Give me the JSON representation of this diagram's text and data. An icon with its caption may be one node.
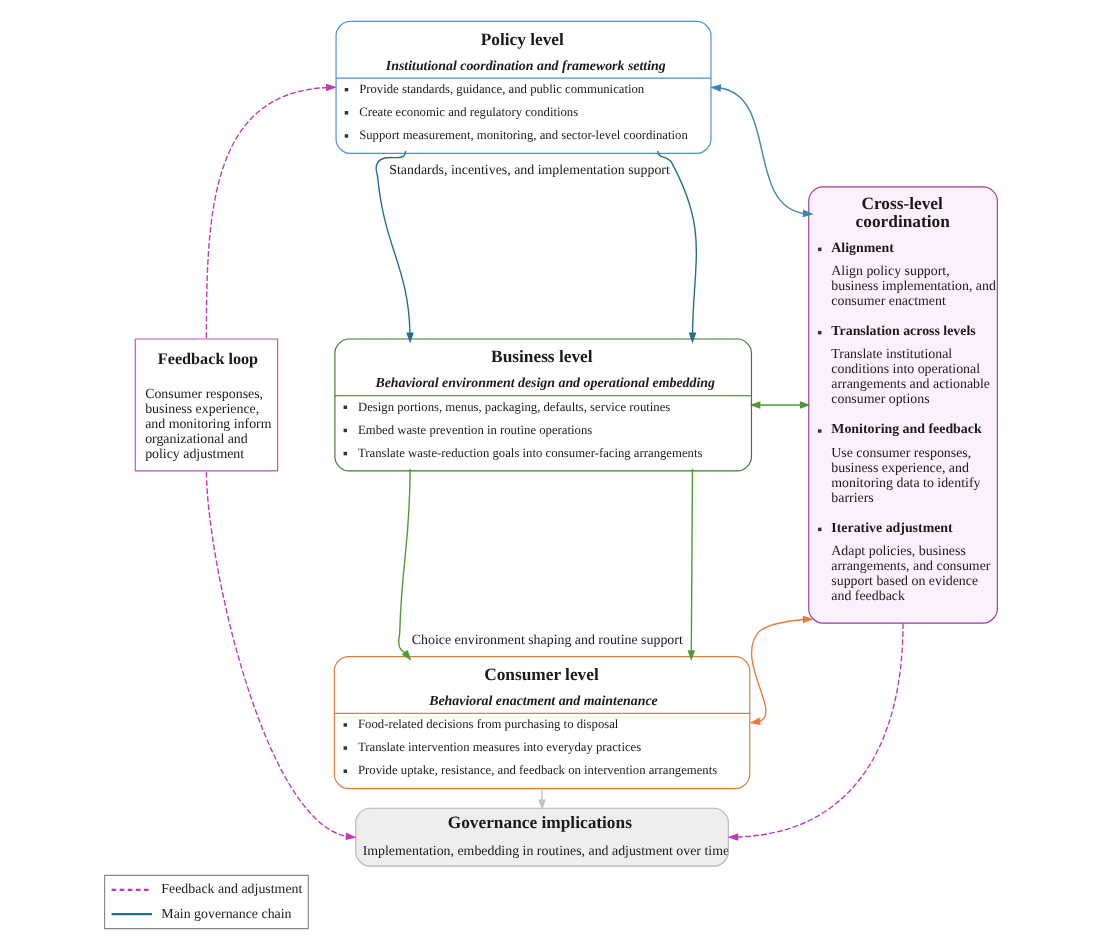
{
  "diagram": {
    "nodes": [
      {
        "text": [
          "Policy level",
          "Institutional coordination and framework setting",
          "Provide standards, guidance, and public communication",
          "Create economic and regulatory conditions",
          "Support measurement, monitoring, and sector-level coordination"
        ]
      },
      {
        "text": [
          "Business level",
          "Behavioral environment design and operational embedding",
          "Design portions, menus, packaging, defaults, service routines",
          "Embed waste prevention in routine operations",
          "Translate waste-reduction goals into consumer-facing arrangements"
        ]
      },
      {
        "text": [
          "Consumer level",
          "Behavioral enactment and maintenance",
          "Food-related decisions from purchasing to disposal",
          "Translate intervention measures into everyday practices",
          "Provide uptake, resistance, and feedback on intervention arrangements"
        ]
      },
      {
        "text": [
          "Governance implications",
          "Implementation, embedding in routines, and adjustment over time"
        ]
      },
      {
        "text": [
          "Feedback loop",
          "Consumer responses, business experience, and monitoring inform organizational and policy adjustment"
        ]
      },
      {
        "text": [
          "Cross-level coordination",
          "Alignment",
          "Align policy support, business implementation, and consumer enactment",
          "Translation across levels",
          "Translate institutional conditions into operational arrangements and actionable consumer options",
          "Monitoring and feedback",
          "Use consumer responses, business experience, and monitoring data to identify barriers",
          "Iterative adjustment",
          "Adapt policies, business arrangements, and consumer support based on evidence and feedback"
        ]
      }
    ],
    "edges": [
      {
        "from": 0,
        "to": 1,
        "arrow": "to",
        "label": "Standards, incentives, and implementation support",
        "color": "#246e92"
      },
      {
        "from": 0,
        "to": 1,
        "arrow": "to",
        "color": "#246e92"
      },
      {
        "from": 1,
        "to": 2,
        "arrow": "to",
        "label": "Choice environment shaping and routine support",
        "color": "#4f9a32"
      },
      {
        "from": 1,
        "to": 2,
        "arrow": "to",
        "color": "#4f9a32"
      },
      {
        "from": 2,
        "to": 3,
        "arrow": "to",
        "color": "#c4c4c4"
      },
      {
        "from": 0,
        "to": 5,
        "arrow": "both",
        "color": "#3a86b4"
      },
      {
        "from": 1,
        "to": 5,
        "arrow": "both",
        "color": "#4f9a32"
      },
      {
        "from": 2,
        "to": 5,
        "arrow": "both",
        "color": "#f0793a"
      },
      {
        "from": 4,
        "to": 0,
        "arrow": "to",
        "style": "dashed",
        "color": "#c03cb4"
      },
      {
        "from": 4,
        "to": 3,
        "arrow": "to",
        "style": "dashed",
        "color": "#c03cb4"
      },
      {
        "from": 5,
        "to": 3,
        "arrow": "to",
        "style": "dashed",
        "color": "#c03cb4"
      }
    ],
    "legend": [
      {
        "text": "Feedback and adjustment"
      },
      {
        "text": "Main governance chain"
      }
    ]
  }
}
